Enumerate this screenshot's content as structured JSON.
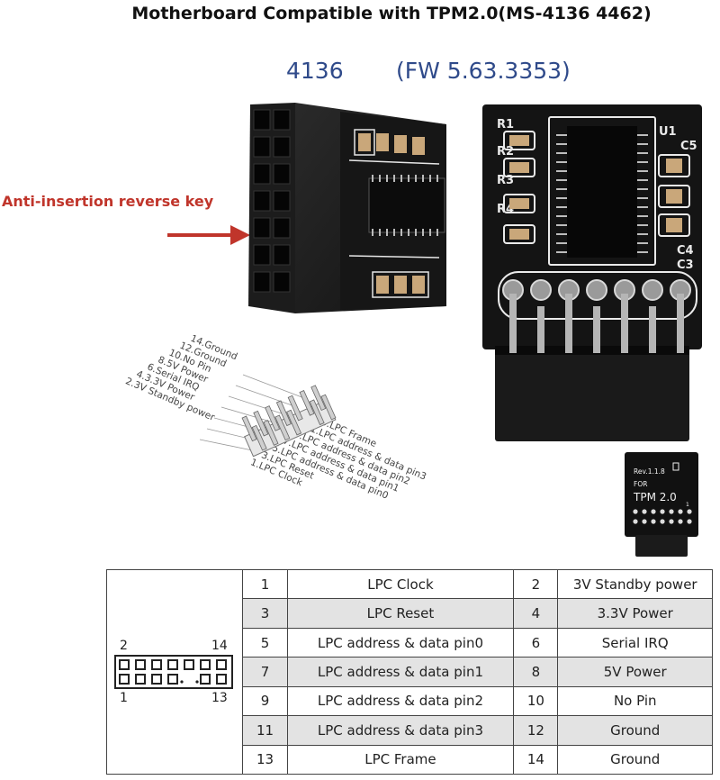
{
  "title": "Motherboard Compatible with TPM2.0(MS-4136 4462)",
  "model_number": "4136",
  "firmware": "(FW 5.63.3353)",
  "annotation": "Anti-insertion reverse key",
  "board_silkscreen": {
    "designators": [
      "R1",
      "R2",
      "R3",
      "R4",
      "U1",
      "C5",
      "C4",
      "C3"
    ],
    "small_board_text": [
      "Rev.1.1.8",
      "FOR",
      "TPM 2.0",
      "1"
    ]
  },
  "pin_diagram_left_labels": [
    "14.Ground",
    "12.Ground",
    "10.No Pin",
    "8.5V Power",
    "6.Serial IRQ",
    "4.3.3V Power",
    "2.3V Standby power"
  ],
  "pin_diagram_right_labels": [
    "13.LPC Frame",
    "11.LPC address & data pin3",
    "9.LPC address & data pin2",
    "7.LPC address & data pin1",
    "5.LPC address & data pin0",
    "3.LPC Reset",
    "1.LPC Clock"
  ],
  "header_labels": {
    "top_left": "2",
    "top_right": "14",
    "bottom_left": "1",
    "bottom_right": "13"
  },
  "pin_table": [
    {
      "a_num": "1",
      "a_name": "LPC Clock",
      "b_num": "2",
      "b_name": "3V Standby power"
    },
    {
      "a_num": "3",
      "a_name": "LPC Reset",
      "b_num": "4",
      "b_name": "3.3V Power"
    },
    {
      "a_num": "5",
      "a_name": "LPC address & data pin0",
      "b_num": "6",
      "b_name": "Serial IRQ"
    },
    {
      "a_num": "7",
      "a_name": "LPC address & data pin1",
      "b_num": "8",
      "b_name": "5V Power"
    },
    {
      "a_num": "9",
      "a_name": "LPC address & data pin2",
      "b_num": "10",
      "b_name": "No Pin"
    },
    {
      "a_num": "11",
      "a_name": "LPC address & data pin3",
      "b_num": "12",
      "b_name": "Ground"
    },
    {
      "a_num": "13",
      "a_name": "LPC Frame",
      "b_num": "14",
      "b_name": "Ground"
    }
  ]
}
